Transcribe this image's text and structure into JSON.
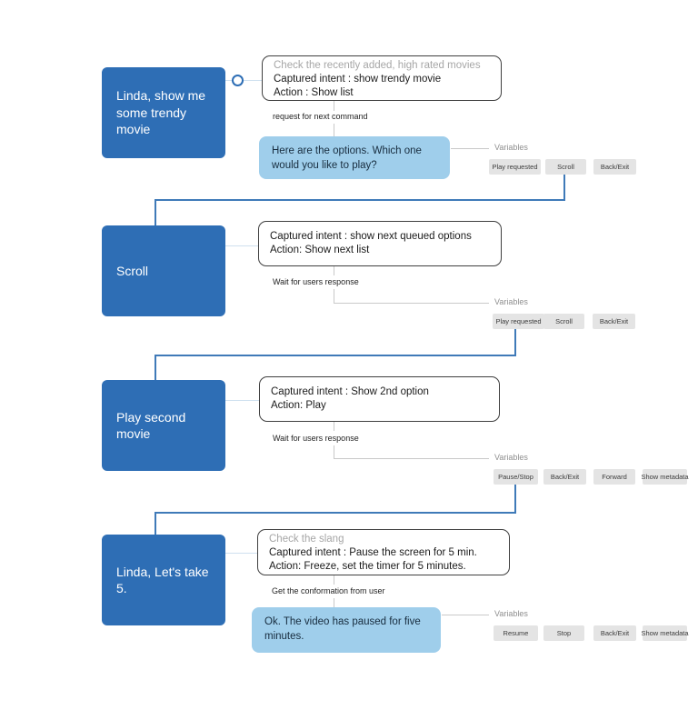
{
  "colors": {
    "node_blue": "#2e6eb5",
    "response_blue": "#9fceeb",
    "route_blue": "#3f7ab8",
    "chip_gray": "#e4e4e4"
  },
  "sections": [
    {
      "user": "Linda, show me some trendy movie",
      "note": "Check the recently added, high rated movies",
      "intent": "Captured intent : show trendy movie",
      "action": "Action : Show list",
      "transition_label": "request for next command",
      "response": "Here are the options. Which one would you like to play?",
      "variables_label": "Variables",
      "variables": [
        "Play requested",
        "Scroll",
        "Back/Exit"
      ]
    },
    {
      "user": "Scroll",
      "intent": "Captured intent : show next queued options",
      "action": "Action: Show next list",
      "transition_label": "Wait for users response",
      "variables_label": "Variables",
      "variables": [
        "Play requested",
        "Scroll",
        "Back/Exit"
      ]
    },
    {
      "user": "Play second movie",
      "intent": "Captured intent : Show 2nd option",
      "action": "Action: Play",
      "transition_label": "Wait for users response",
      "variables_label": "Variables",
      "variables": [
        "Pause/Stop",
        "Back/Exit",
        "Forward",
        "Show metadata"
      ]
    },
    {
      "user": "Linda, Let's take 5.",
      "note": "Check the slang",
      "intent": "Captured intent : Pause the screen for 5 min.",
      "action": "Action: Freeze, set the timer for 5 minutes.",
      "transition_label": "Get the conformation from user",
      "response": "Ok. The video has paused for five minutes.",
      "variables_label": "Variables",
      "variables": [
        "Resume",
        "Stop",
        "Back/Exit",
        "Show metadata"
      ]
    }
  ]
}
